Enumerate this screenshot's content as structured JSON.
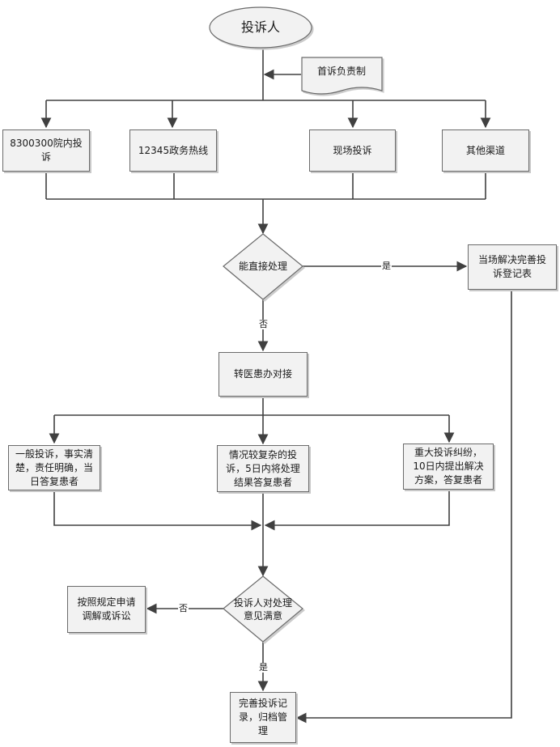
{
  "nodes": {
    "complainant": "投诉人",
    "first_responsibility": "首诉负责制",
    "channel_hotline_internal": "8300300院内投诉",
    "channel_hotline_12345": "12345政务热线",
    "channel_onsite": "现场投诉",
    "channel_other": "其他渠道",
    "decision_direct": "能直接处理",
    "resolve_onsite": "当场解决完善投诉登记表",
    "transfer": "转医患办对接",
    "case_general": "一般投诉，事实清楚，责任明确，当日答复患者",
    "case_complex": "情况较复杂的投诉，5日内将处理结果答复患者",
    "case_major": "重大投诉纠纷，10日内提出解决方案，答复患者",
    "decision_satisfied": "投诉人对处理意见满意",
    "mediation": "按照规定申请调解或诉讼",
    "archive": "完善投诉记录，归档管理"
  },
  "edges": {
    "yes_direct": "是",
    "no_direct": "否",
    "no_satisfied": "否",
    "yes_satisfied": "是"
  },
  "colors": {
    "line": "#404040",
    "box_fill": "#f2f2f2",
    "box_border": "#6b6b6b",
    "shadow": "#c8c8c8"
  }
}
